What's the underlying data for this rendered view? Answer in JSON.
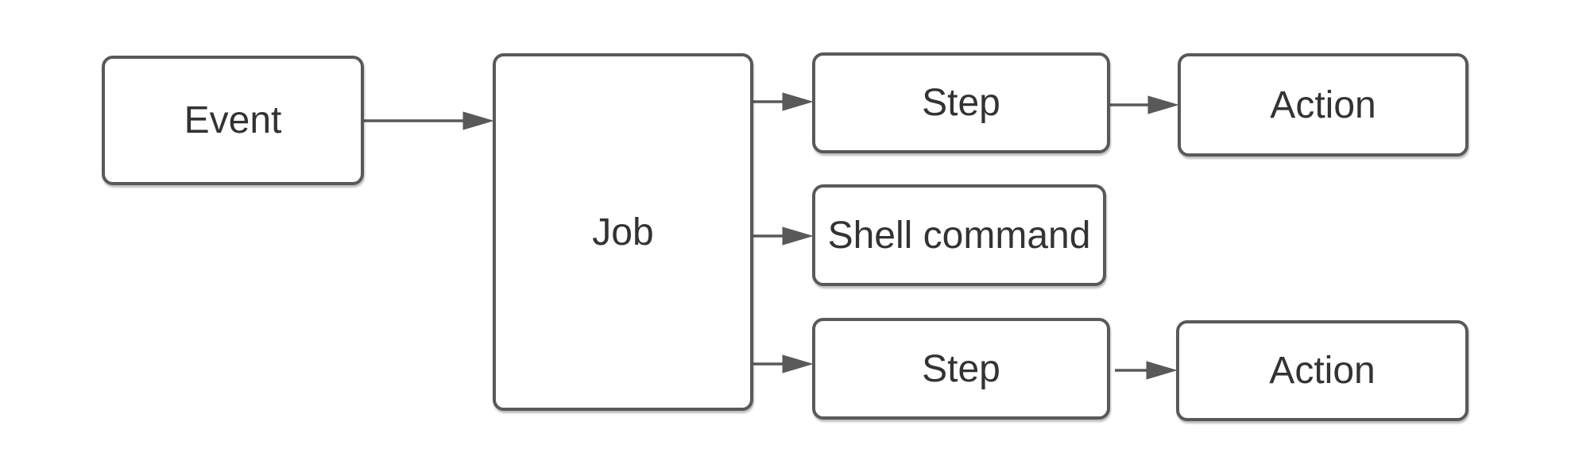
{
  "diagram": {
    "background_color": "#ffffff",
    "shape_fill_color": "#ffffff",
    "stroke_color": "#595959",
    "text_color": "#333333",
    "nodes": {
      "event": {
        "label": "Event"
      },
      "job": {
        "label": "Job"
      },
      "step_top": {
        "label": "Step"
      },
      "action_top": {
        "label": "Action"
      },
      "shell_command": {
        "label": "Shell command"
      },
      "step_bottom": {
        "label": "Step"
      },
      "action_bottom": {
        "label": "Action"
      }
    },
    "edges": [
      {
        "from": "event",
        "to": "job"
      },
      {
        "from": "job",
        "to": "step_top"
      },
      {
        "from": "job",
        "to": "shell_command"
      },
      {
        "from": "job",
        "to": "step_bottom"
      },
      {
        "from": "step_top",
        "to": "action_top"
      },
      {
        "from": "step_bottom",
        "to": "action_bottom"
      }
    ]
  }
}
